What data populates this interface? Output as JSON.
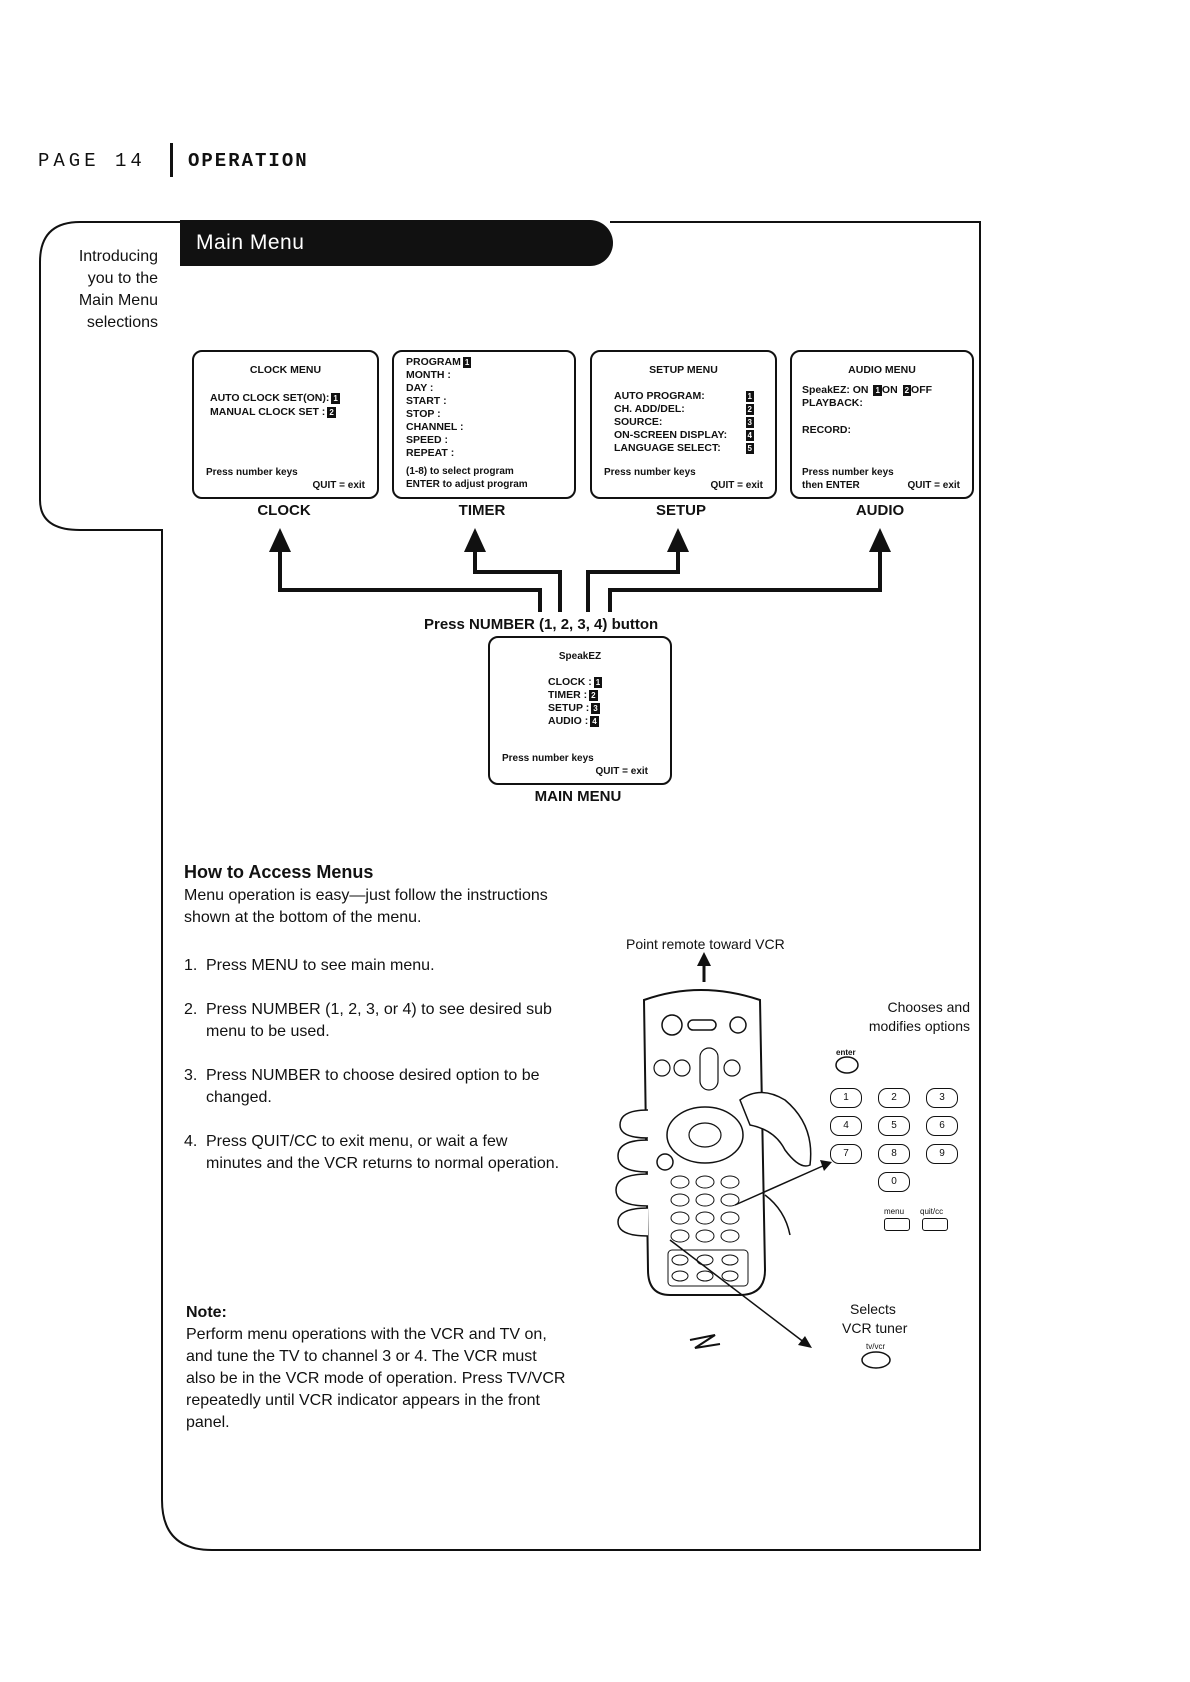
{
  "header": {
    "page_label": "PAGE 14",
    "section_title": "OPERATION"
  },
  "sidebar": {
    "intro_lines": [
      "Introducing",
      "you to the",
      "Main Menu",
      "selections"
    ]
  },
  "banner_title": "Main Menu",
  "submenus": {
    "clock": {
      "title": "CLOCK MENU",
      "items": [
        {
          "label": "AUTO CLOCK SET(ON):",
          "num": "1"
        },
        {
          "label": "MANUAL CLOCK SET :",
          "num": "2"
        }
      ],
      "footer_left": "Press number keys",
      "footer_right": "QUIT = exit",
      "caption": "CLOCK"
    },
    "timer": {
      "program_label": "PROGRAM",
      "program_num": "1",
      "fields": [
        "MONTH :",
        "DAY :",
        "START :",
        "STOP :",
        "CHANNEL :",
        "SPEED :",
        "REPEAT :"
      ],
      "footer_line1": "(1-8) to select program",
      "footer_line2": "ENTER to adjust program",
      "caption": "TIMER"
    },
    "setup": {
      "title": "SETUP MENU",
      "items": [
        {
          "label": "AUTO PROGRAM:",
          "num": "1"
        },
        {
          "label": "CH. ADD/DEL:",
          "num": "2"
        },
        {
          "label": "SOURCE:",
          "num": "3"
        },
        {
          "label": "ON-SCREEN DISPLAY:",
          "num": "4"
        },
        {
          "label": "LANGUAGE SELECT:",
          "num": "5"
        }
      ],
      "footer_left": "Press number keys",
      "footer_right": "QUIT = exit",
      "caption": "SETUP"
    },
    "audio": {
      "title": "AUDIO MENU",
      "speakez_label": "SpeakEZ: ON",
      "on_num": "1",
      "on_text": "ON",
      "off_num": "2",
      "off_text": "OFF",
      "playback": "PLAYBACK:",
      "record": "RECORD:",
      "footer_line1": "Press number keys",
      "footer_line2_left": "then ENTER",
      "footer_line2_right": "QUIT = exit",
      "caption": "AUDIO"
    }
  },
  "press_number_label": "Press NUMBER (1, 2, 3, 4) button",
  "main_menu": {
    "title": "SpeakEZ",
    "items": [
      {
        "label": "CLOCK :",
        "num": "1"
      },
      {
        "label": "TIMER :",
        "num": "2"
      },
      {
        "label": "SETUP :",
        "num": "3"
      },
      {
        "label": "AUDIO :",
        "num": "4"
      }
    ],
    "footer_left": "Press number keys",
    "footer_right": "QUIT = exit",
    "caption": "MAIN MENU"
  },
  "how_to": {
    "heading": "How to Access Menus",
    "intro_line1": "Menu operation is easy—just follow the instructions",
    "intro_line2": "shown at the bottom of the menu.",
    "steps": [
      {
        "n": "1.",
        "line1": "Press MENU to see main menu.",
        "line2": ""
      },
      {
        "n": "2.",
        "line1": "Press NUMBER (1, 2, 3, or 4) to see desired sub",
        "line2": "menu to be used."
      },
      {
        "n": "3.",
        "line1": "Press NUMBER to choose desired option to be",
        "line2": "changed."
      },
      {
        "n": "4.",
        "line1": "Press QUIT/CC to exit menu, or wait a few",
        "line2": "minutes and the VCR returns to normal operation."
      }
    ]
  },
  "note": {
    "heading": "Note:",
    "lines": [
      "Perform menu operations with the VCR and TV on,",
      "and tune the TV to channel 3 or 4. The VCR must",
      "also be in the VCR mode of operation. Press TV/VCR",
      "repeatedly until VCR indicator appears in the front",
      "panel."
    ]
  },
  "remote": {
    "point_label": "Point remote toward VCR",
    "chooses_line1": "Chooses and",
    "chooses_line2": "modifies options",
    "enter_label": "enter",
    "keypad": [
      "1",
      "2",
      "3",
      "4",
      "5",
      "6",
      "7",
      "8",
      "9",
      "0"
    ],
    "menu_label": "menu",
    "quitcc_label": "quit/cc",
    "selects_line1": "Selects",
    "selects_line2": "VCR tuner",
    "tvvcr_label": "tv/vcr"
  }
}
